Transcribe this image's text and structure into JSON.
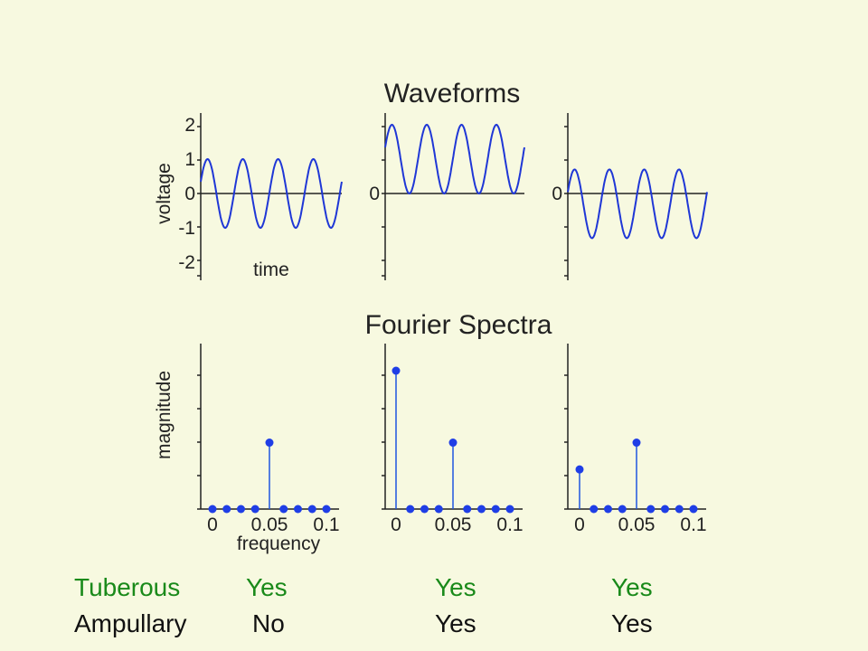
{
  "colors": {
    "background": "#f7f9e0",
    "wave": "#1f37d6",
    "stem": "#1f56e0",
    "tuberous": "#1a8a1a",
    "ampullary": "#111111"
  },
  "chart_data": [
    {
      "type": "line",
      "title": "Waveforms",
      "xlabel": "time",
      "ylabel": "voltage",
      "yticks": [
        "2",
        "1",
        "0",
        "-1",
        "-2"
      ],
      "ylim": [
        -2.5,
        2.5
      ],
      "series": [
        {
          "amplitude": 1,
          "offset": 0,
          "cycles": 4
        }
      ]
    },
    {
      "type": "line",
      "yticks": [
        "0"
      ],
      "ylim": [
        -2.5,
        2.5
      ],
      "series": [
        {
          "amplitude": 1,
          "offset": 1,
          "cycles": 4
        }
      ]
    },
    {
      "type": "line",
      "yticks": [
        "0"
      ],
      "ylim": [
        -2.5,
        2.5
      ],
      "series": [
        {
          "amplitude": 1,
          "offset": -0.3,
          "cycles": 4
        }
      ]
    },
    {
      "type": "scatter",
      "title": "Fourier Spectra",
      "xlabel": "frequency",
      "ylabel": "magnitude",
      "xticks": [
        "0",
        "0.05",
        "0.1"
      ],
      "xlim": [
        0,
        0.1
      ],
      "ylim": [
        0,
        1.5
      ],
      "x": [
        0,
        0.0125,
        0.025,
        0.0375,
        0.05,
        0.0625,
        0.075,
        0.0875,
        0.1
      ],
      "y": [
        0,
        0,
        0,
        0,
        0.72,
        0,
        0,
        0,
        0
      ]
    },
    {
      "type": "scatter",
      "xticks": [
        "0",
        "0.05",
        "0.1"
      ],
      "xlim": [
        0,
        0.1
      ],
      "ylim": [
        0,
        1.5
      ],
      "x": [
        0,
        0.0125,
        0.025,
        0.0375,
        0.05,
        0.0625,
        0.075,
        0.0875,
        0.1
      ],
      "y": [
        1.5,
        0,
        0,
        0,
        0.72,
        0,
        0,
        0,
        0
      ]
    },
    {
      "type": "scatter",
      "xticks": [
        "0",
        "0.05",
        "0.1"
      ],
      "xlim": [
        0,
        0.1
      ],
      "ylim": [
        0,
        1.5
      ],
      "x": [
        0,
        0.0125,
        0.025,
        0.0375,
        0.05,
        0.0625,
        0.075,
        0.0875,
        0.1
      ],
      "y": [
        0.43,
        0,
        0,
        0,
        0.72,
        0,
        0,
        0,
        0
      ]
    }
  ],
  "table": {
    "tuberous": {
      "label": "Tuberous",
      "values": [
        "Yes",
        "Yes",
        "Yes"
      ]
    },
    "ampullary": {
      "label": "Ampullary",
      "values": [
        "No",
        "Yes",
        "Yes"
      ]
    }
  }
}
